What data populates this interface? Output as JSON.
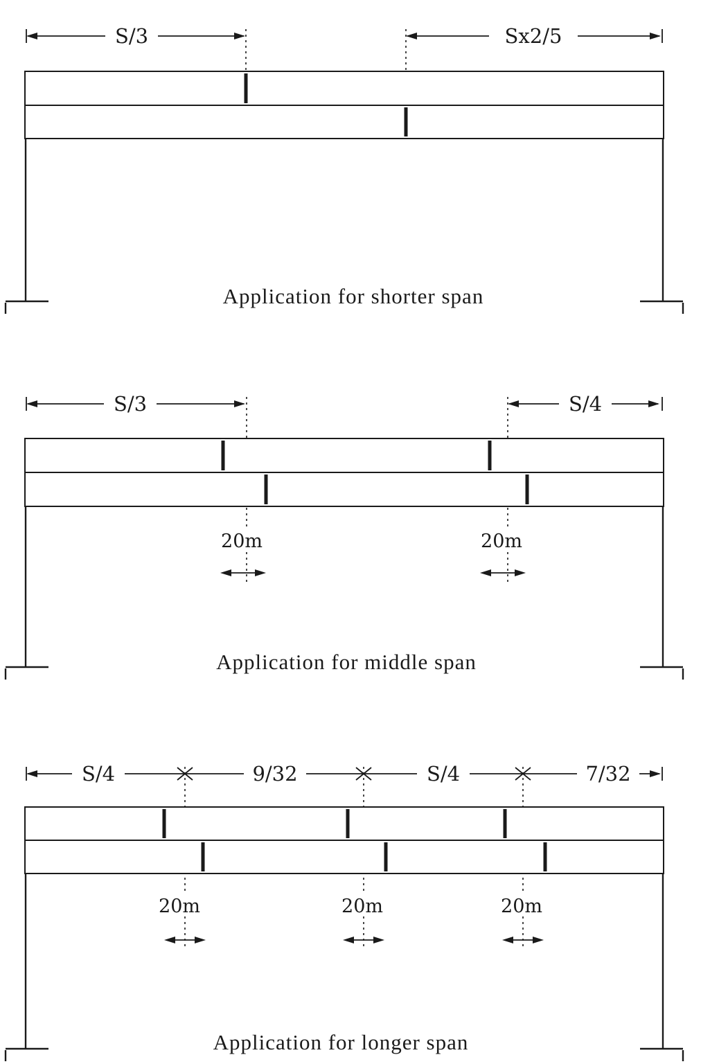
{
  "colors": {
    "background": "#ffffff",
    "ink": "#1a1a1a"
  },
  "shorter": {
    "caption": "Application for shorter span",
    "dim_left": "S/3",
    "dim_right": "Sx2/5"
  },
  "middle": {
    "caption": "Application for middle span",
    "dim_left": "S/3",
    "dim_right": "S/4",
    "laps": [
      "20m",
      "20m"
    ]
  },
  "longer": {
    "caption": "Application for longer span",
    "dims": [
      "S/4",
      "9/32",
      "S/4",
      "7/32"
    ],
    "laps": [
      "20m",
      "20m",
      "20m"
    ]
  }
}
